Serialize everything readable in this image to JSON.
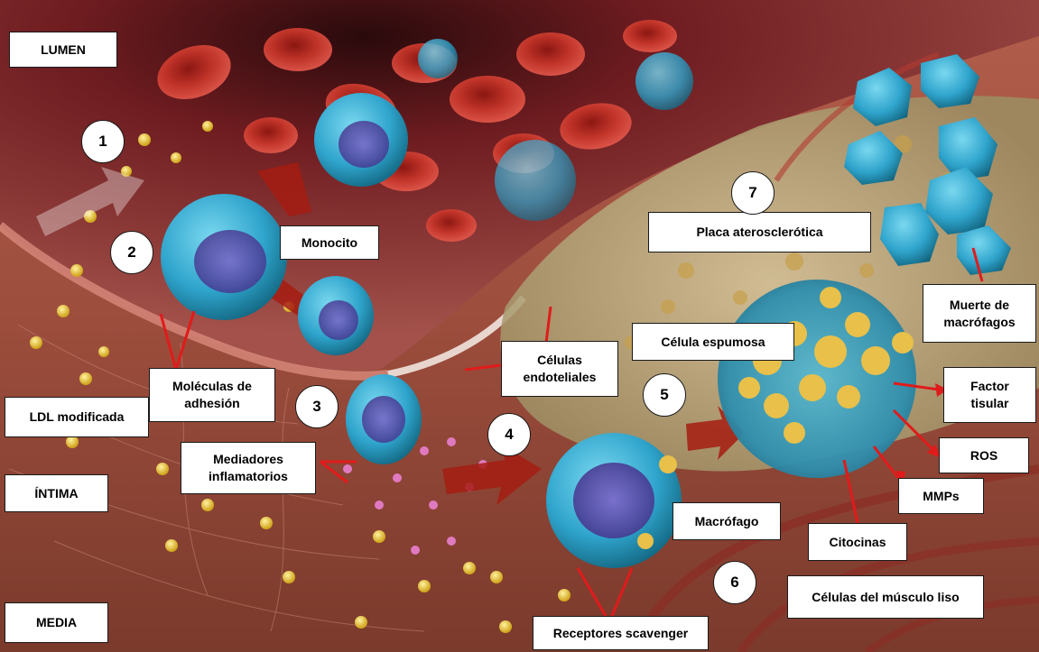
{
  "labels": {
    "lumen": "LUMEN",
    "monocito": "Monocito",
    "placa": "Placa aterosclerótica",
    "muerte": "Muerte de\nmacrófagos",
    "celula_espumosa": "Célula espumosa",
    "celulas_endoteliales": "Células\nendoteliales",
    "moleculas_adhesion": "Moléculas de\nadhesión",
    "ldl": "LDL modificada",
    "factor_tisular": "Factor\ntisular",
    "mediadores": "Mediadores\ninflamatorios",
    "intima": "ÍNTIMA",
    "ros": "ROS",
    "mmps": "MMPs",
    "macrofago": "Macrófago",
    "citocinas": "Citocinas",
    "musculo_liso": "Células del músculo liso",
    "media": "MEDIA",
    "receptores": "Receptores scavenger"
  },
  "steps": [
    "1",
    "2",
    "3",
    "4",
    "5",
    "6",
    "7"
  ],
  "colors": {
    "lumen_bg": "#7a1f22",
    "vessel_wall": "#9a4a3c",
    "red_cell": "#b3261e",
    "immune_cell": "#39a9cf",
    "nucleus": "#5a3fa0",
    "ldl_particle": "#f2d23c",
    "plaque": "#c9bf8a",
    "leader_line": "#e01b1b",
    "arrow": "#a51c12"
  }
}
